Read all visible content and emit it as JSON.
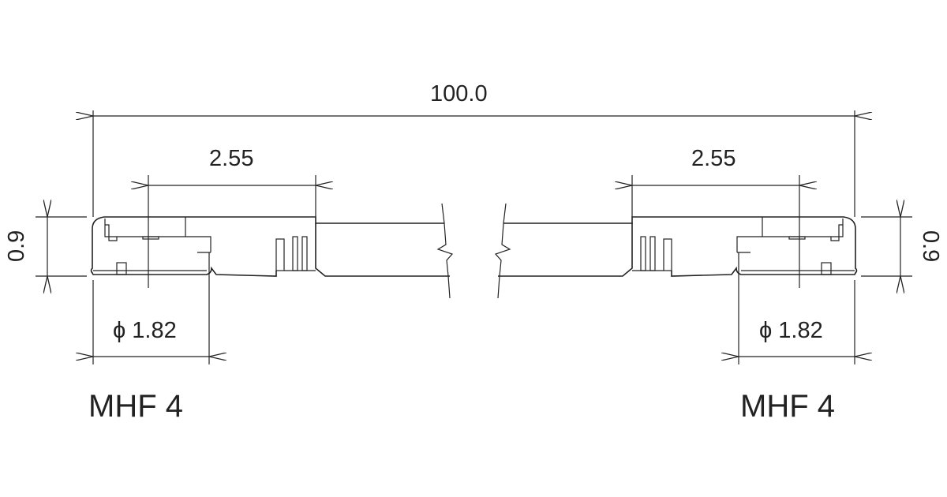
{
  "title": "Cable assembly drawing",
  "dimensions": {
    "total_length": "100.0",
    "left_offset": "2.55",
    "right_offset": "2.55",
    "left_height": "0.9",
    "right_height": "0.9",
    "left_diameter": "ϕ 1.82",
    "right_diameter": "ϕ 1.82"
  },
  "connectors": {
    "left": "MHF 4",
    "right": "MHF 4"
  },
  "colors": {
    "line": "#222222",
    "background": "#ffffff"
  }
}
